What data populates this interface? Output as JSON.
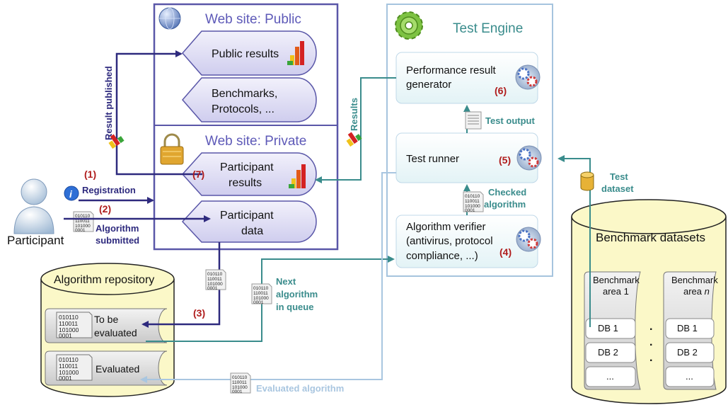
{
  "public_site": {
    "title": "Web site: Public",
    "public_results": "Public results",
    "benchmarks": [
      "Benchmarks,",
      "Protocols, ..."
    ]
  },
  "private_site": {
    "title": "Web site: Private",
    "participant_results": [
      "Participant",
      "results"
    ],
    "participant_data": [
      "Participant",
      "data"
    ]
  },
  "test_engine": {
    "title": "Test Engine",
    "perf_generator": [
      "Performance result",
      "generator"
    ],
    "test_runner": "Test runner",
    "verifier": [
      "Algorithm verifier",
      "(antivirus, protocol",
      "compliance, ...)"
    ]
  },
  "participant": {
    "label": "Participant"
  },
  "repository": {
    "title": "Algorithm repository",
    "to_be_evaluated": [
      "To be",
      "evaluated"
    ],
    "evaluated": "Evaluated"
  },
  "benchmark_datasets": {
    "title": "Benchmark datasets",
    "area1": [
      "Benchmark",
      "area 1"
    ],
    "arean": [
      "Benchmark",
      "area "
    ],
    "arean_italic": "n",
    "dbs": [
      "DB 1",
      "DB 2",
      "..."
    ],
    "dots": "."
  },
  "steps": {
    "s1": "(1)",
    "s2": "(2)",
    "s3": "(3)",
    "s4": "(4)",
    "s5": "(5)",
    "s6": "(6)",
    "s7": "(7)"
  },
  "flow_labels": {
    "registration": "Registration",
    "algorithm_submitted": [
      "Algorithm",
      "submitted"
    ],
    "result_published": "Result published",
    "results": "Results",
    "test_output": "Test output",
    "checked_algorithm": [
      "Checked",
      "algorithm"
    ],
    "next_algorithm": [
      "Next",
      "algorithm",
      "in queue"
    ],
    "evaluated_algorithm": "Evaluated algorithm",
    "test_dataset": [
      "Test",
      "dataset"
    ]
  },
  "binary_icon": [
    "010110",
    "110011",
    "101000",
    "0001"
  ],
  "colors": {
    "navy": "#2e2a7e",
    "teal": "#3a8c8c",
    "red": "#b01c1c",
    "light_blue": "#a9c6e0",
    "cream": "#fbf8c8"
  }
}
